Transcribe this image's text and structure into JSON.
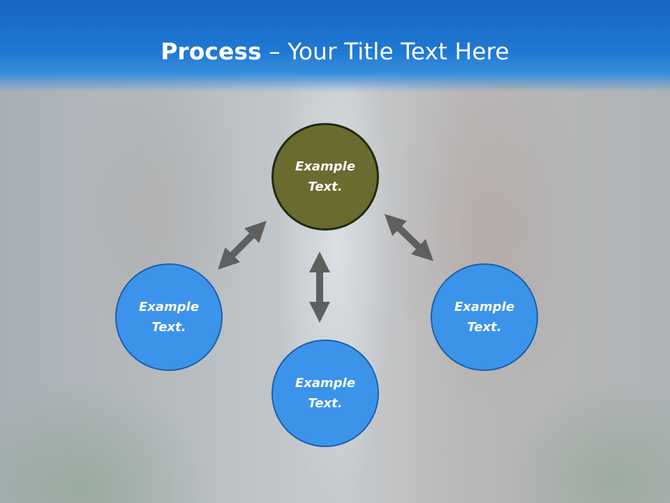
{
  "slide": {
    "title_bold": "Process",
    "title_rest": " – Your Title Text Here"
  },
  "nodes": [
    {
      "label": "Example Text.",
      "color": "#6b6a2f"
    },
    {
      "label": "Example Text.",
      "color": "#3b94ea"
    },
    {
      "label": "Example Text.",
      "color": "#3b94ea"
    },
    {
      "label": "Example Text.",
      "color": "#3b94ea"
    }
  ],
  "colors": {
    "header": "#1e78d2",
    "arrow": "#5f5f5f"
  }
}
